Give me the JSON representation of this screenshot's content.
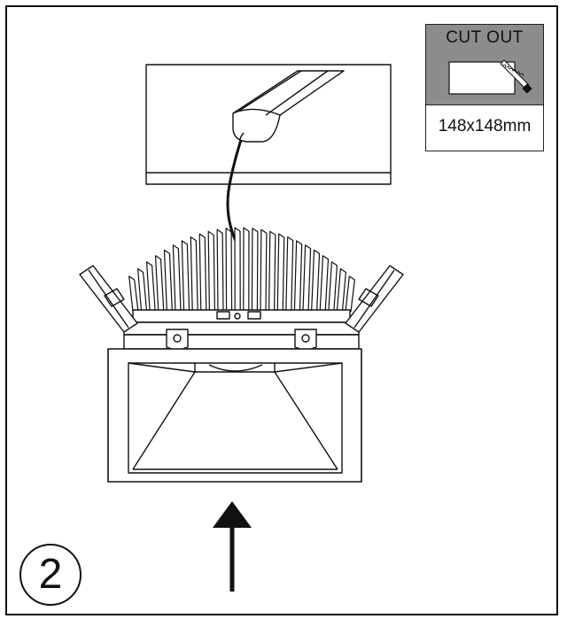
{
  "cutout": {
    "title": "CUT OUT",
    "size": "148x148mm"
  },
  "step": {
    "number": "2"
  },
  "icons": {
    "saw": "saw-icon",
    "arrow": "arrow-up-icon",
    "connector": "driver-connector-icon"
  },
  "colors": {
    "line": "#111111",
    "header_fill": "#8c8c8c",
    "light_fill": "#e6e6e6"
  }
}
